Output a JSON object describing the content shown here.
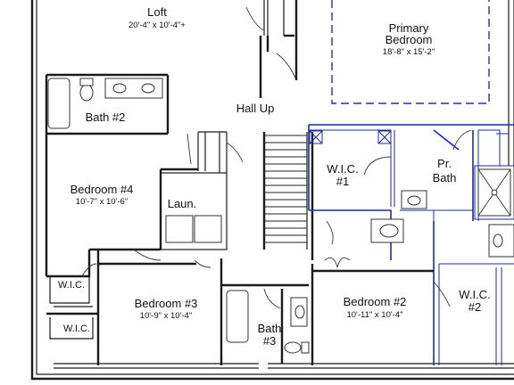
{
  "rooms": {
    "loft": {
      "name": "Loft",
      "dims": "20'-4\" x 10'-4\"+"
    },
    "primary_bedroom": {
      "name_line1": "Primary",
      "name_line2": "Bedroom",
      "dims": "18'-8\" x 15'-2\""
    },
    "bath2": {
      "name": "Bath #2"
    },
    "hall": {
      "name": "Hall Up"
    },
    "bedroom4": {
      "name": "Bedroom #4",
      "dims": "10'-7\" x 10'-6\""
    },
    "laundry": {
      "name": "Laun."
    },
    "wic1": {
      "name_line1": "W.I.C.",
      "name_line2": "#1"
    },
    "primary_bath": {
      "name_line1": "Pr.",
      "name_line2": "Bath"
    },
    "wic_a": {
      "name": "W.I.C."
    },
    "wic_b": {
      "name": "W.I.C."
    },
    "bedroom3": {
      "name": "Bedroom #3",
      "dims": "10'-9\" x 10'-4\""
    },
    "bath3": {
      "name_line1": "Bath",
      "name_line2": "#3"
    },
    "bedroom2": {
      "name": "Bedroom #2",
      "dims": "10'-11\" x 10'-4\""
    },
    "wic2": {
      "name_line1": "W.I.C.",
      "name_line2": "#2"
    }
  },
  "colors": {
    "walls": "#1a1a1a",
    "primary_suite_walls": "#1f2aa8",
    "background": "#ffffff"
  }
}
